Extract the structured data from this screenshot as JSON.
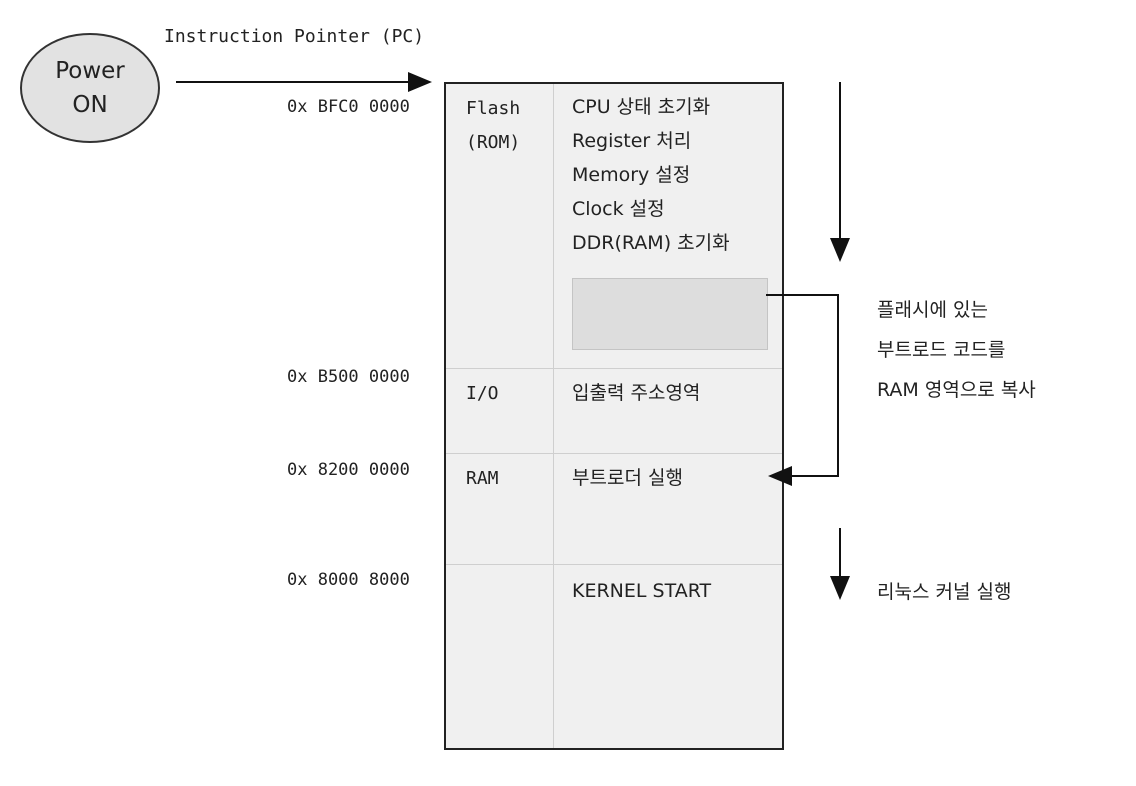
{
  "pc_label": "Instruction Pointer (PC)",
  "power": {
    "line1": "Power",
    "line2": "ON"
  },
  "addresses": [
    "0x BFC0 0000",
    "0x B500 0000",
    "0x 8200 0000",
    "0x 8000 8000"
  ],
  "segments": {
    "flash_line1": "Flash",
    "flash_line2": "(ROM)",
    "io": "I/O",
    "ram": "RAM"
  },
  "flash_steps": [
    "CPU 상태 초기화",
    "Register 처리",
    "Memory 설정",
    "Clock 설정",
    "DDR(RAM) 초기화"
  ],
  "io_desc": "입출력 주소영역",
  "ram_desc": "부트로더 실행",
  "kernel_desc": "KERNEL START",
  "copy_note": [
    "플래시에 있는",
    "부트로드 코드를",
    "RAM 영역으로 복사"
  ],
  "linux_note": "리눅스 커널 실행"
}
